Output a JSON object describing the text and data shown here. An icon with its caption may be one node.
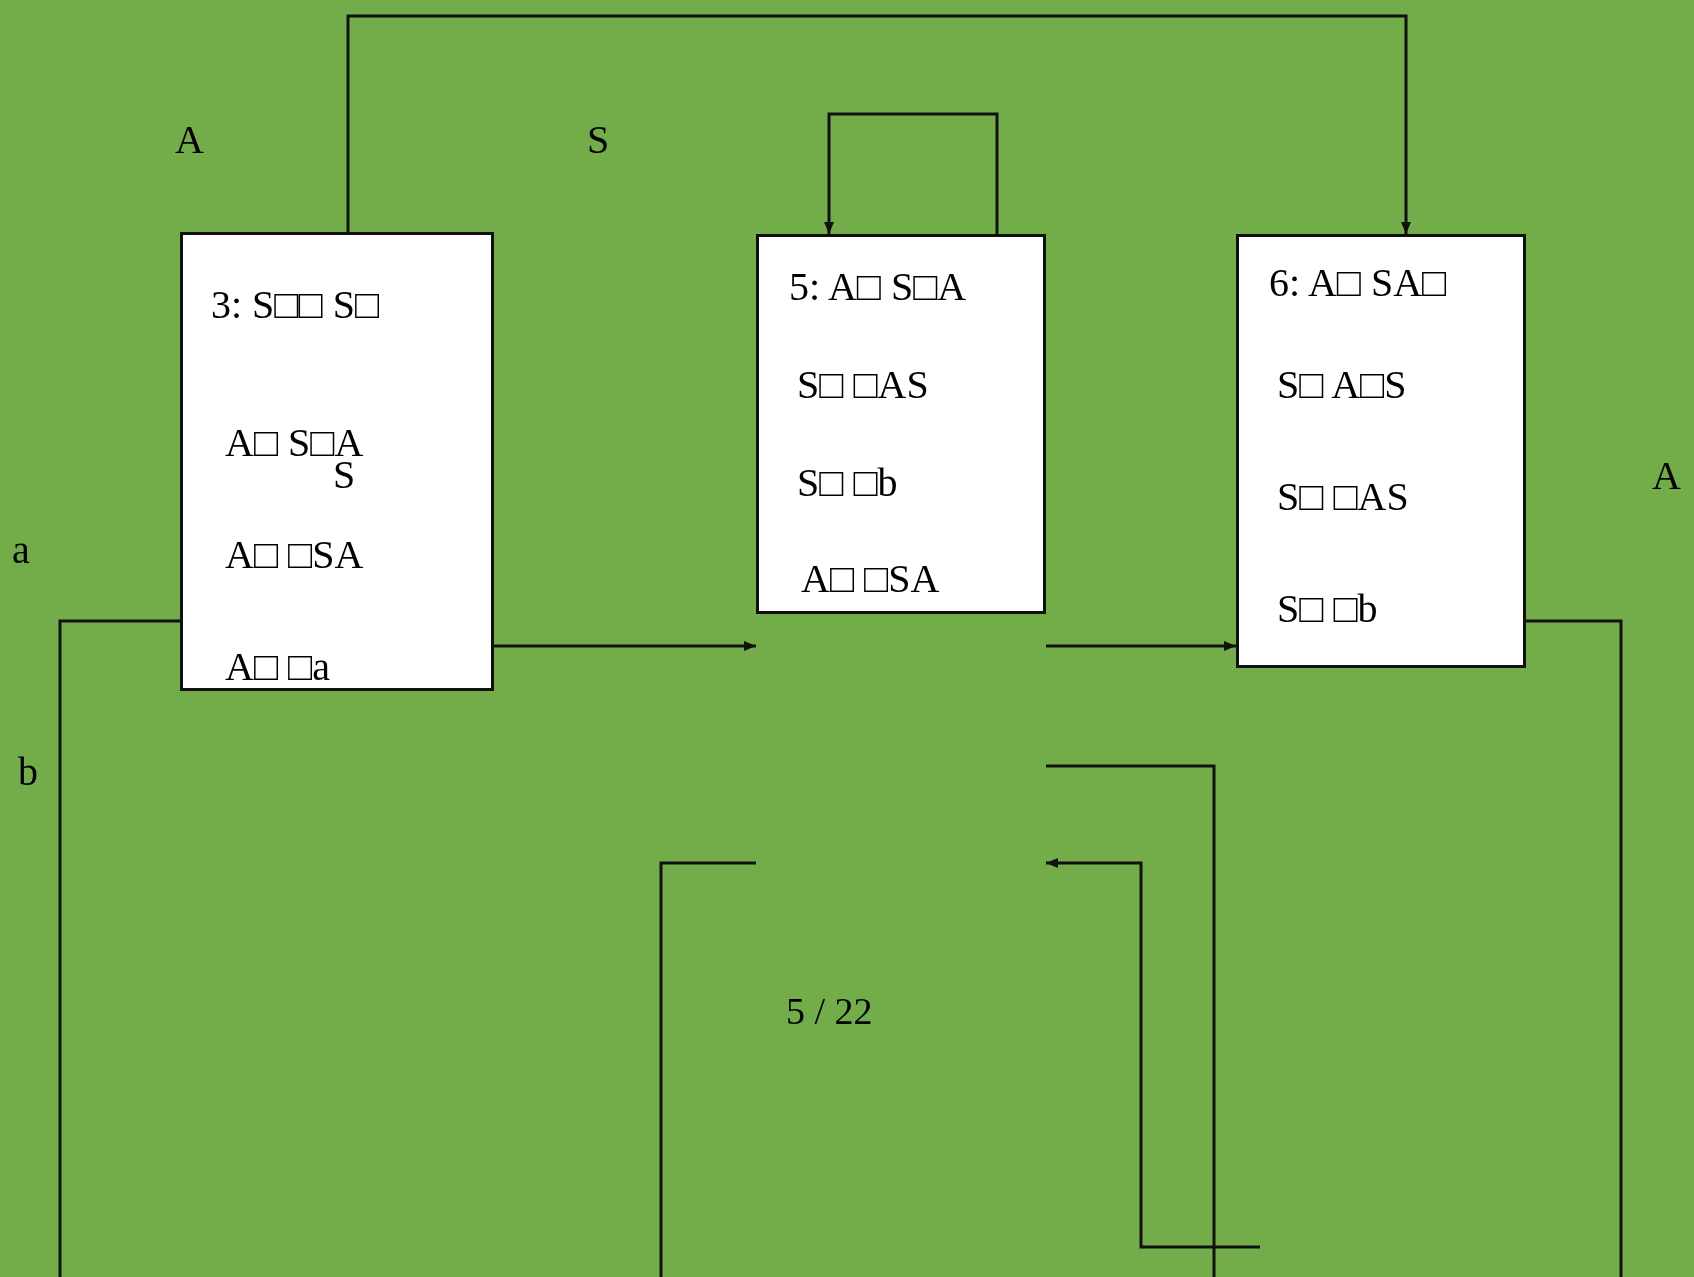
{
  "diagram": {
    "nodes": [
      {
        "text": [
          "3: S□□ S□",
          "A□ S□A",
          "S",
          "A□ □SA",
          "A□ □a"
        ]
      },
      {
        "text": [
          "5: A□ S□A",
          "S□ □AS",
          "S□ □b",
          "A□ □SA"
        ]
      },
      {
        "text": [
          "6: A□ SA□",
          "S□ A□S",
          "S□ □AS",
          "S□ □b"
        ]
      }
    ],
    "edges": [
      {
        "from": 0,
        "to": 1,
        "arrow": "to"
      },
      {
        "from": 1,
        "to": 2,
        "arrow": "to"
      },
      {
        "from": 0,
        "to": 2,
        "arrow": "to"
      },
      {
        "from": 1,
        "to": 1,
        "arrow": "to"
      },
      {
        "from": 0,
        "to": null,
        "arrow": "none"
      },
      {
        "from": 2,
        "to": null,
        "arrow": "none"
      }
    ],
    "labels": [
      "A",
      "S",
      "A",
      "a",
      "b",
      "5 / 22"
    ]
  }
}
